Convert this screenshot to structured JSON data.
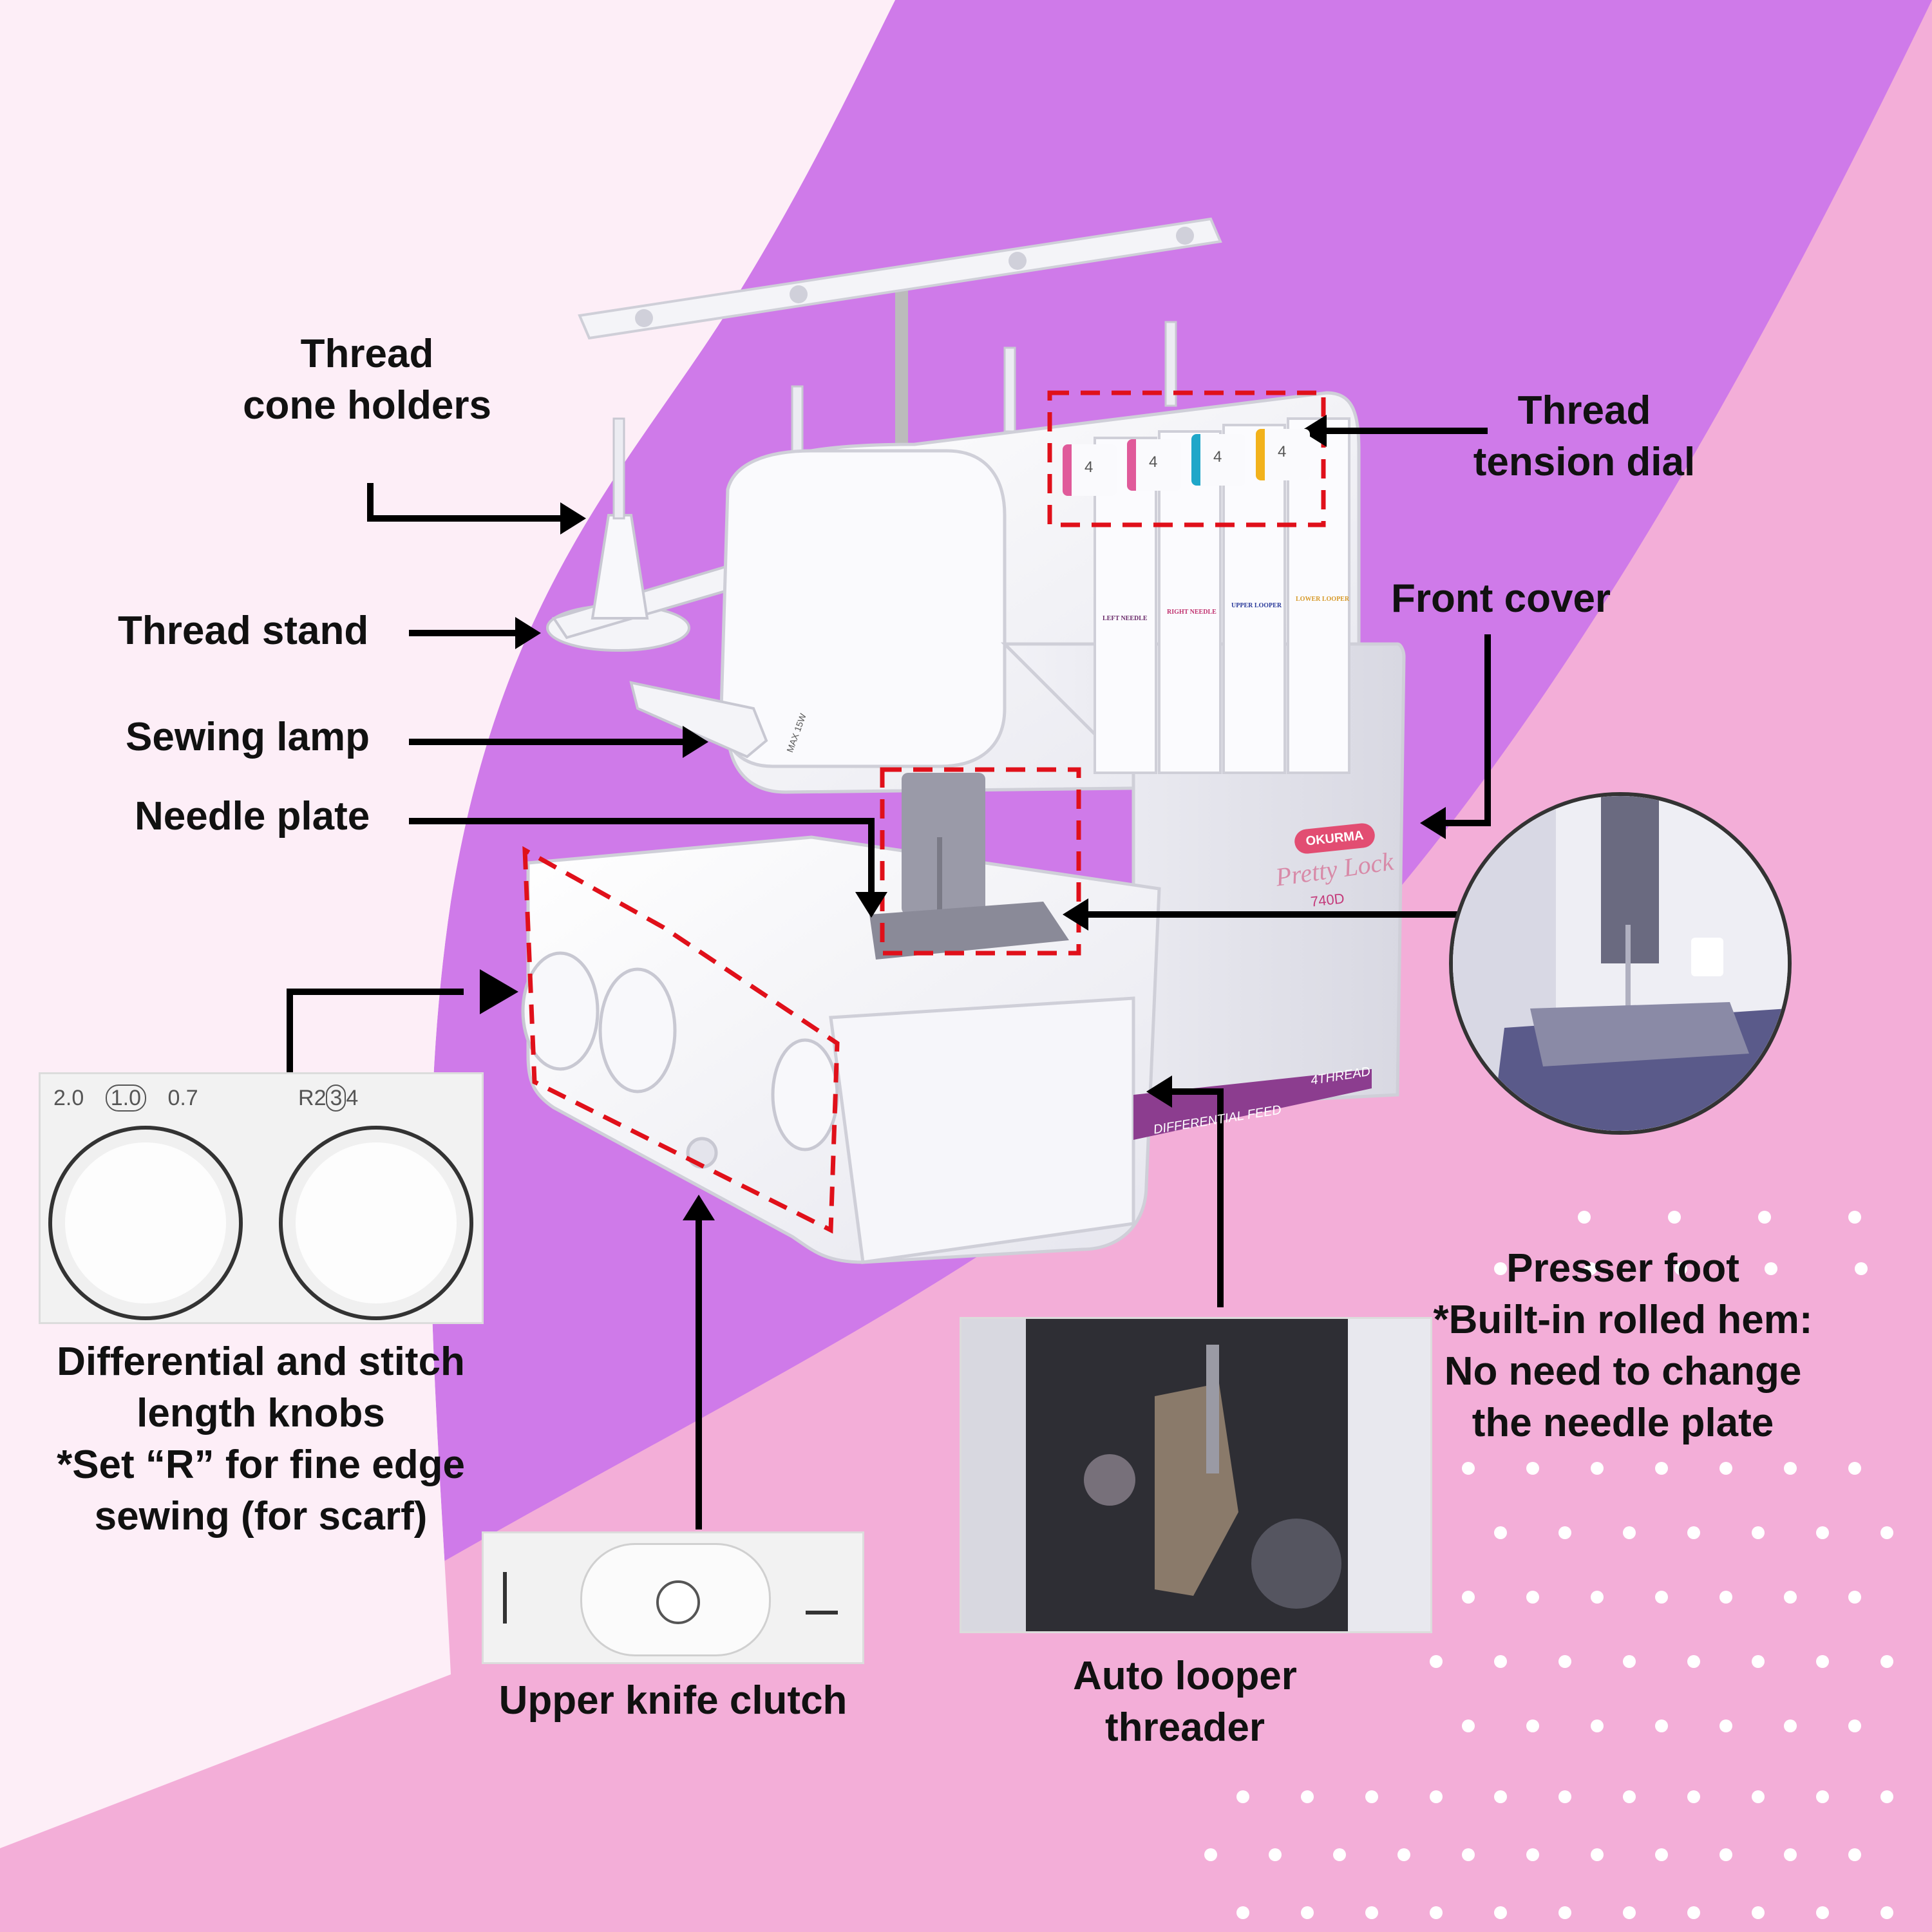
{
  "labels": {
    "thread_cone_holders": [
      "Thread",
      "cone holders"
    ],
    "thread_tension_dial": [
      "Thread",
      "tension dial"
    ],
    "thread_stand": "Thread stand",
    "front_cover": "Front cover",
    "sewing_lamp": "Sewing lamp",
    "needle_plate": "Needle plate",
    "presser_foot": [
      "Presser foot",
      "*Built-in rolled hem:",
      "No need to change",
      "the needle plate"
    ],
    "differential_knobs": [
      "Differential and stitch",
      "length knobs",
      "*Set “R” for fine edge",
      "sewing (for scarf)"
    ],
    "upper_knife_clutch": "Upper knife clutch",
    "auto_looper_threader": [
      "Auto looper",
      "threader"
    ]
  },
  "machine": {
    "brand": "OKURMA",
    "model_script": "Pretty Lock",
    "model_number": "740D",
    "feed_label": "DIFFERENTIAL FEED",
    "thread_label": "4THREAD",
    "lamp_label": "MAX 15W",
    "dial_labels": [
      "LEFT NEEDLE",
      "RIGHT NEEDLE",
      "UPPER LOOPER",
      "LOWER LOOPER"
    ],
    "dial_colors": [
      "#e05a9a",
      "#e05a9a",
      "#1fa7c9",
      "#f2b21b"
    ],
    "dial_numbers": [
      "4",
      "4",
      "4",
      "4"
    ]
  },
  "knob_inset": {
    "diff_scale": [
      "2.0",
      "1.0",
      "0.7"
    ],
    "stitch_scale": [
      "R",
      "2",
      "3",
      "4"
    ]
  },
  "colors": {
    "bg_light": "#fdeef7",
    "purple": "#cf7ae9",
    "pink": "#f3aed8",
    "accent_red": "#e0101a",
    "text": "#111111"
  }
}
